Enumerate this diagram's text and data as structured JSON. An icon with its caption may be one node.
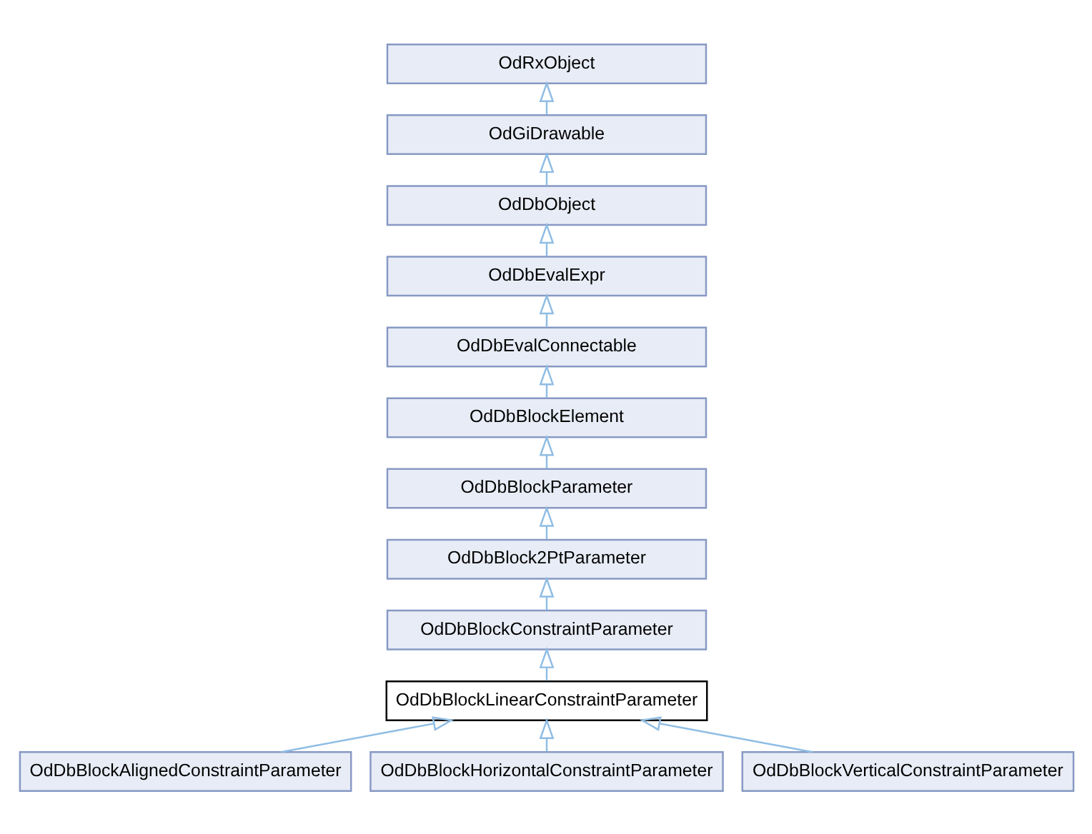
{
  "diagram": {
    "nodes": [
      {
        "text": [
          "OdRxObject"
        ]
      },
      {
        "text": [
          "OdGiDrawable"
        ]
      },
      {
        "text": [
          "OdDbObject"
        ]
      },
      {
        "text": [
          "OdDbEvalExpr"
        ]
      },
      {
        "text": [
          "OdDbEvalConnectable"
        ]
      },
      {
        "text": [
          "OdDbBlockElement"
        ]
      },
      {
        "text": [
          "OdDbBlockParameter"
        ]
      },
      {
        "text": [
          "OdDbBlock2PtParameter"
        ]
      },
      {
        "text": [
          "OdDbBlockConstraintParameter"
        ]
      },
      {
        "text": [
          "OdDbBlockLinearConstraintParameter"
        ]
      },
      {
        "text": [
          "OdDbBlockAlignedConstraintParameter"
        ]
      },
      {
        "text": [
          "OdDbBlockHorizontalConstraintParameter"
        ]
      },
      {
        "text": [
          "OdDbBlockVerticalConstraintParameter"
        ]
      }
    ],
    "edges": [
      {
        "from": 1,
        "to": 0,
        "arrow": "to"
      },
      {
        "from": 2,
        "to": 1,
        "arrow": "to"
      },
      {
        "from": 3,
        "to": 2,
        "arrow": "to"
      },
      {
        "from": 4,
        "to": 3,
        "arrow": "to"
      },
      {
        "from": 5,
        "to": 4,
        "arrow": "to"
      },
      {
        "from": 6,
        "to": 5,
        "arrow": "to"
      },
      {
        "from": 7,
        "to": 6,
        "arrow": "to"
      },
      {
        "from": 8,
        "to": 7,
        "arrow": "to"
      },
      {
        "from": 9,
        "to": 8,
        "arrow": "to"
      },
      {
        "from": 10,
        "to": 9,
        "arrow": "to"
      },
      {
        "from": 11,
        "to": 9,
        "arrow": "to"
      },
      {
        "from": 12,
        "to": 9,
        "arrow": "to"
      }
    ]
  }
}
